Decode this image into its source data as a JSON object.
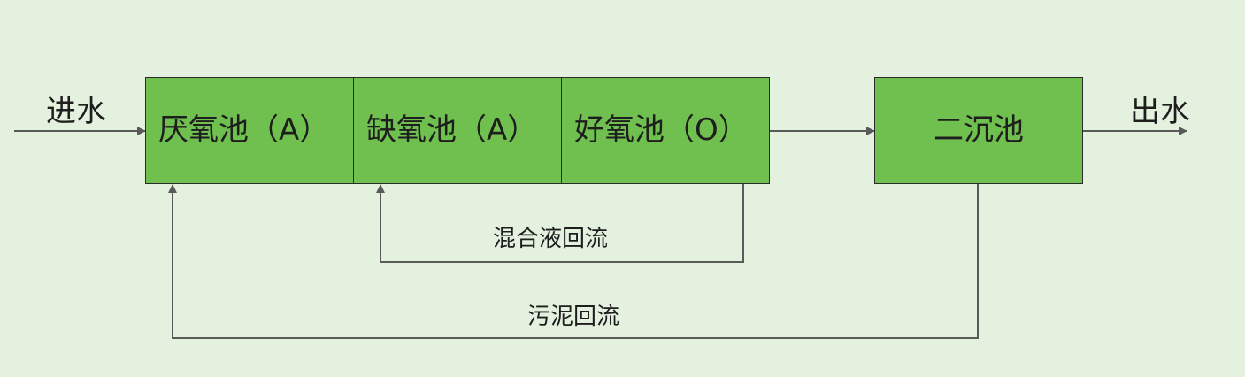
{
  "diagram": {
    "inlet": "进水",
    "outlet": "出水",
    "tanks": {
      "anaerobic": "厌氧池（A）",
      "anoxic": "缺氧池（A）",
      "aerobic": "好氧池（O）",
      "secondary_clarifier": "二沉池"
    },
    "flows": {
      "mixed_liquor_return": "混合液回流",
      "sludge_return": "污泥回流"
    },
    "colors": {
      "background": "#e3f1de",
      "tank_fill": "#70c04f",
      "line": "#5a5a5a"
    }
  }
}
